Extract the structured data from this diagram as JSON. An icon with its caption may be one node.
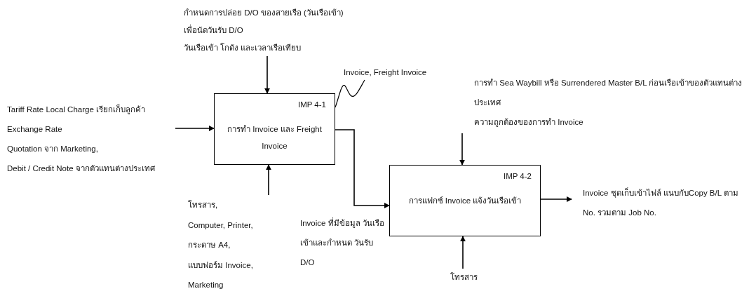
{
  "diagram": {
    "nodes": [
      {
        "text": [
          "IMP 4-1",
          "การทำ Invoice และ Freight Invoice"
        ]
      },
      {
        "text": [
          "IMP 4-2",
          "การแฟกซ์ Invoice แจ้งวันเรือเข้า"
        ]
      },
      {
        "text": [
          "กำหนดการปล่อย D/O ของสายเรือ (วันเรือเข้า)",
          "เพื่อนัดวันรับ D/O",
          "วันเรือเข้า โกดัง และเวลาเรือเทียบ"
        ]
      },
      {
        "text": [
          "Tariff Rate Local Charge เรียกเก็บลูกค้า",
          "Exchange Rate",
          "Quotation จาก Marketing,",
          "Debit / Credit Note จากตัวแทนต่างประเทศ"
        ]
      },
      {
        "text": [
          "โทรสาร,",
          "Computer, Printer,",
          "กระดาษ A4,",
          "แบบฟอร์ม Invoice,",
          "Marketing"
        ]
      },
      {
        "text": [
          "Invoice, Freight Invoice"
        ]
      },
      {
        "text": [
          "การทำ Sea Waybill หรือ Surrendered Master B/L ก่อนเรือเข้าของตัวแทนต่างประเทศ",
          "ความถูกต้องของการทำ Invoice"
        ]
      },
      {
        "text": [
          "โทรสาร"
        ]
      },
      {
        "text": [
          "Invoice ชุดเก็บเข้าไฟล์ แนบกับCopy B/L ตาม No. รวมตาม Job No."
        ]
      }
    ],
    "edges": [
      {
        "from": 2,
        "to": 0,
        "arrow": "to"
      },
      {
        "from": 3,
        "to": 0,
        "arrow": "to"
      },
      {
        "from": 4,
        "to": 0,
        "arrow": "to"
      },
      {
        "from": 5,
        "to": 0,
        "arrow": "none"
      },
      {
        "from": 0,
        "to": 1,
        "arrow": "to",
        "label": "Invoice ที่มีข้อมูล วันเรือเข้าและกำหนด วันรับ D/O"
      },
      {
        "from": 6,
        "to": 1,
        "arrow": "to"
      },
      {
        "from": 7,
        "to": 1,
        "arrow": "to"
      },
      {
        "from": 1,
        "to": 8,
        "arrow": "to"
      }
    ]
  }
}
